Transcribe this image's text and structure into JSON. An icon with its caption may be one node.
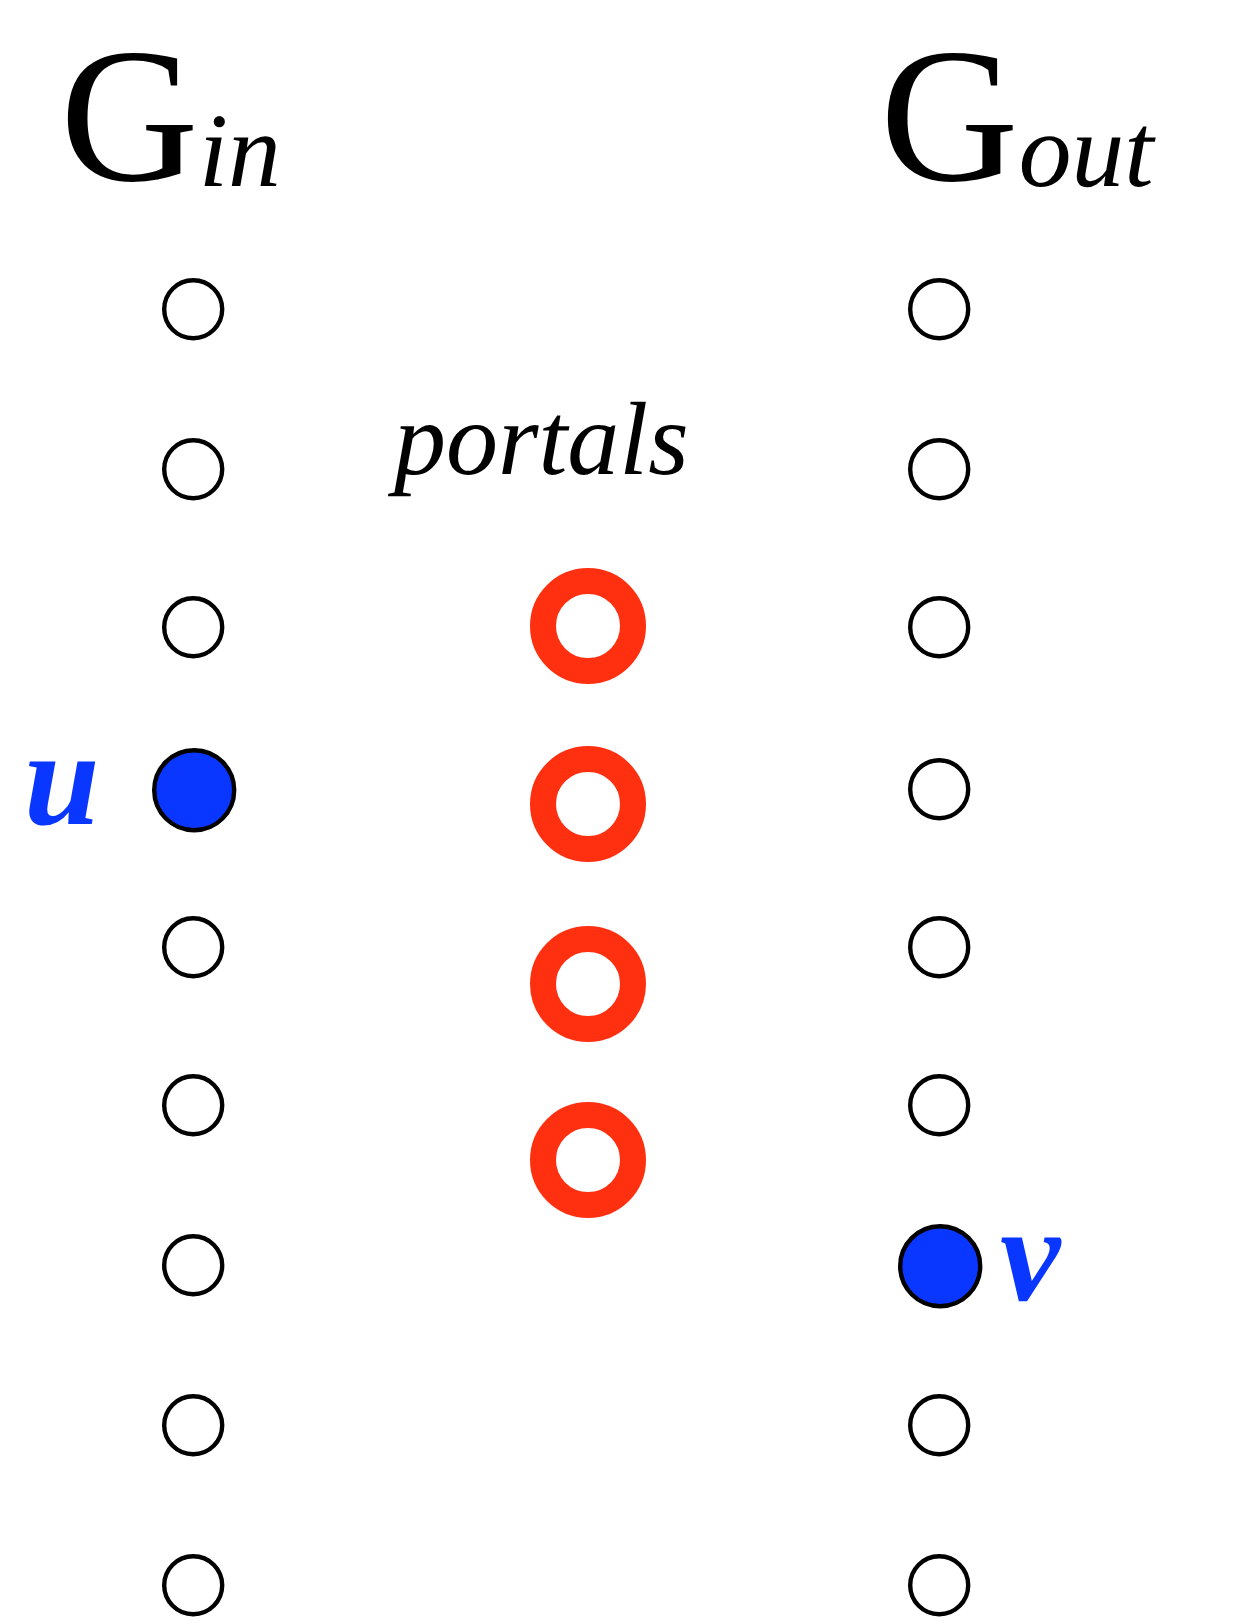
{
  "diagram": {
    "nodes": [
      {
        "text": [],
        "shape": "circle"
      },
      {
        "text": [],
        "shape": "circle"
      },
      {
        "text": [],
        "shape": "circle"
      },
      {
        "text": [],
        "shape": "circle",
        "beside": [
          "u"
        ]
      },
      {
        "text": [],
        "shape": "circle"
      },
      {
        "text": [],
        "shape": "circle"
      },
      {
        "text": [],
        "shape": "circle"
      },
      {
        "text": [],
        "shape": "circle"
      },
      {
        "text": [],
        "shape": "circle"
      },
      {
        "text": [],
        "shape": "circle"
      },
      {
        "text": [],
        "shape": "circle"
      },
      {
        "text": [],
        "shape": "circle"
      },
      {
        "text": [],
        "shape": "circle"
      },
      {
        "text": [],
        "shape": "circle"
      },
      {
        "text": [],
        "shape": "circle"
      },
      {
        "text": [],
        "shape": "circle"
      },
      {
        "text": [],
        "shape": "circle"
      },
      {
        "text": [],
        "shape": "circle"
      },
      {
        "text": [],
        "shape": "circle"
      },
      {
        "text": [],
        "shape": "circle",
        "beside": [
          "v"
        ]
      },
      {
        "text": [],
        "shape": "circle"
      },
      {
        "text": [],
        "shape": "circle"
      }
    ],
    "labels": [
      "G$_{in}$",
      "G$_{out}$",
      "portals"
    ]
  }
}
